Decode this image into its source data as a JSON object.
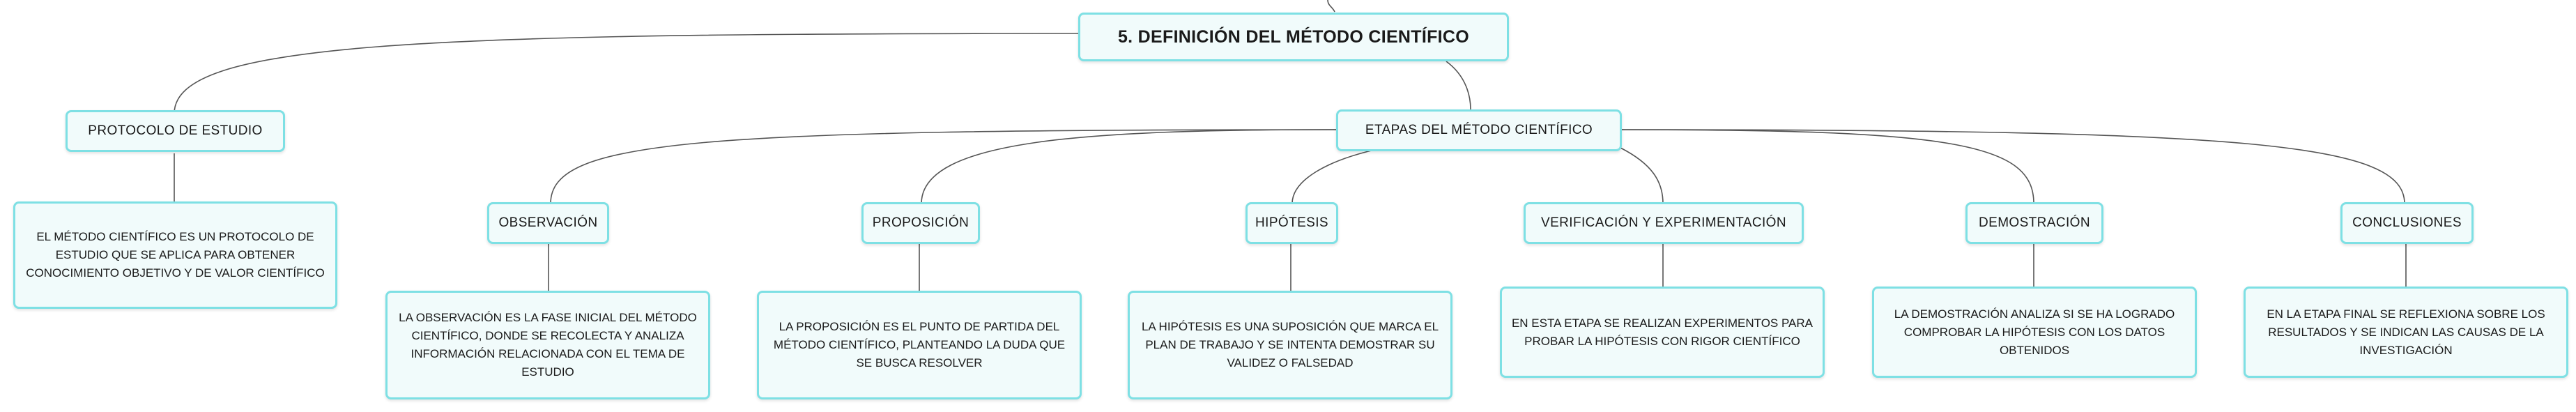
{
  "root": "5. DEFINICIÓN DEL MÉTODO CIENTÍFICO",
  "protocolo": {
    "label": "PROTOCOLO DE ESTUDIO",
    "desc": "EL MÉTODO CIENTÍFICO ES UN PROTOCOLO DE ESTUDIO QUE SE APLICA PARA OBTENER CONOCIMIENTO OBJETIVO Y DE VALOR CIENTÍFICO"
  },
  "etapas": {
    "label": "ETAPAS DEL MÉTODO CIENTÍFICO",
    "items": [
      {
        "label": "OBSERVACIÓN",
        "desc": "LA OBSERVACIÓN ES LA FASE INICIAL DEL MÉTODO CIENTÍFICO, DONDE SE RECOLECTA Y ANALIZA INFORMACIÓN RELACIONADA CON EL TEMA DE ESTUDIO"
      },
      {
        "label": "PROPOSICIÓN",
        "desc": "LA PROPOSICIÓN ES EL PUNTO DE PARTIDA DEL MÉTODO CIENTÍFICO, PLANTEANDO LA DUDA QUE SE BUSCA RESOLVER"
      },
      {
        "label": "HIPÓTESIS",
        "desc": "LA HIPÓTESIS ES UNA SUPOSICIÓN QUE MARCA EL PLAN DE TRABAJO Y SE INTENTA DEMOSTRAR SU VALIDEZ O FALSEDAD"
      },
      {
        "label": "VERIFICACIÓN Y EXPERIMENTACIÓN",
        "desc": "EN ESTA ETAPA SE REALIZAN EXPERIMENTOS PARA PROBAR LA HIPÓTESIS CON RIGOR CIENTÍFICO"
      },
      {
        "label": "DEMOSTRACIÓN",
        "desc": "LA DEMOSTRACIÓN ANALIZA SI SE HA LOGRADO COMPROBAR LA HIPÓTESIS CON LOS DATOS OBTENIDOS"
      },
      {
        "label": "CONCLUSIONES",
        "desc": "EN LA ETAPA FINAL SE REFLEXIONA SOBRE LOS RESULTADOS Y SE INDICAN LAS CAUSAS DE LA INVESTIGACIÓN"
      }
    ]
  }
}
